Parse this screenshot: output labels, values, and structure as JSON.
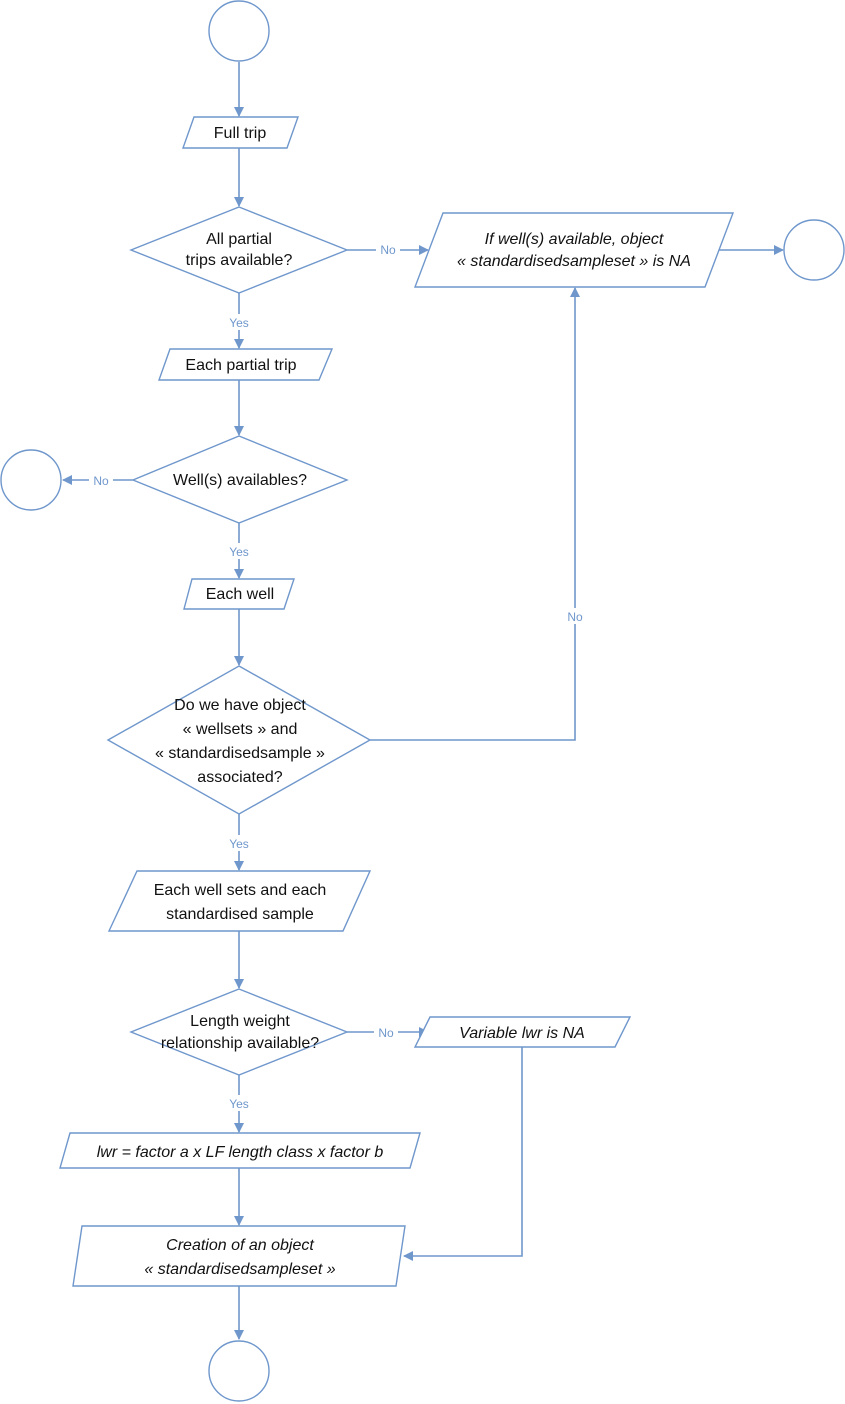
{
  "nodes": {
    "full_trip": "Full trip",
    "all_partial_trips": [
      "All partial",
      "trips available?"
    ],
    "wells_na": [
      "If well(s) available, object",
      "« standardisedsampleset » is NA"
    ],
    "each_partial_trip": "Each partial trip",
    "wells_available": "Well(s) availables?",
    "each_well": "Each well",
    "have_objects": [
      "Do we have object",
      "« wellsets » and",
      "« standardisedsample »",
      "associated?"
    ],
    "each_wellset_sample": [
      "Each well sets and each",
      "standardised sample"
    ],
    "length_weight": [
      "Length weight",
      "relationship available?"
    ],
    "lwr_na": "Variable lwr is NA",
    "lwr_formula": "lwr = factor a x LF length class x factor b",
    "creation": [
      "Creation of an object",
      "« standardisedsampleset »"
    ]
  },
  "edge_labels": {
    "no_partial_trips": "No",
    "yes_partial_trips": "Yes",
    "no_wells": "No",
    "yes_wells": "Yes",
    "no_objects": "No",
    "yes_objects": "Yes",
    "no_lwr": "No",
    "yes_lwr": "Yes"
  },
  "colors": {
    "stroke": "#6f97cc",
    "label": "#6f97cc",
    "text": "#111111"
  }
}
